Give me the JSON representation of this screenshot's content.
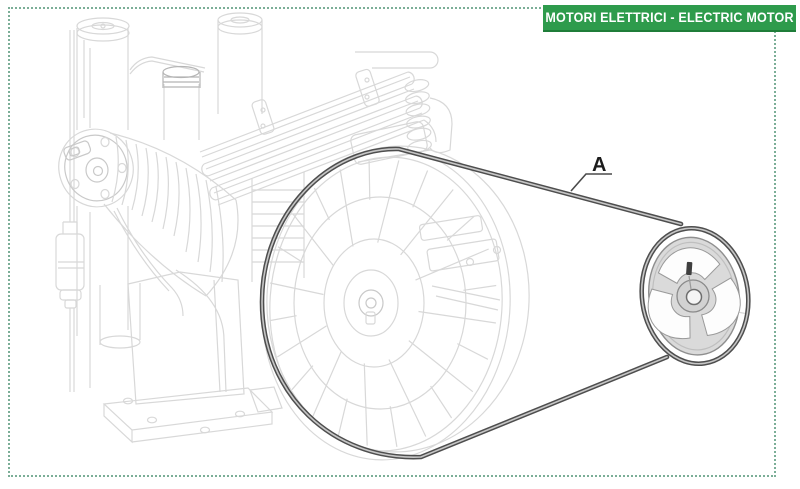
{
  "banner": {
    "label": "MOTORI ELETTRICI - ELECTRIC MOTOR",
    "background": "#2e9b4c",
    "text_color": "#ffffff"
  },
  "callout": {
    "label": "A"
  },
  "frame": {
    "border_color": "#7bae97",
    "style": "dotted"
  },
  "diagram": {
    "description": "air-compressor pump line drawing, drive belt and motor pulley highlighted",
    "colors": {
      "faint_line": "#d8d8d8",
      "belt": "#4e4e4e",
      "belt_core": "#c6c6c6",
      "pulley_fill": "#dadada",
      "keyway": "#3f3f3f"
    }
  }
}
